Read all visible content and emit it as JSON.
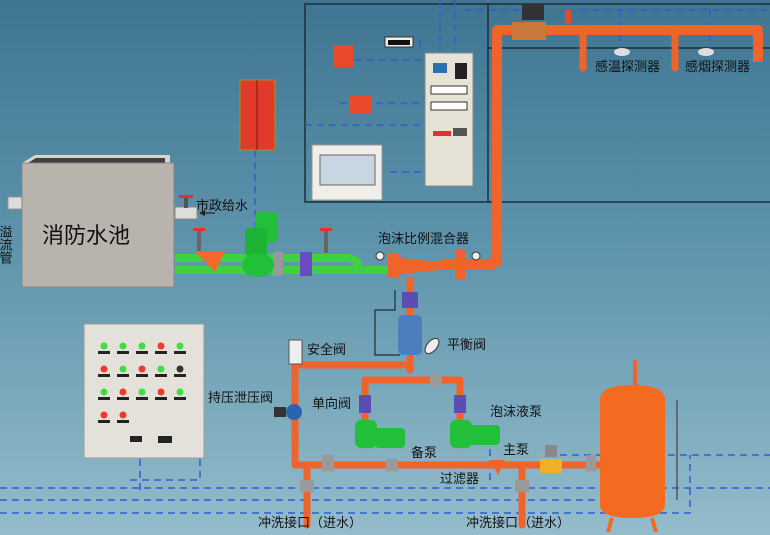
{
  "labels": {
    "pool": "消防水池",
    "overflow": "溢流管",
    "municipal_supply": "市政给水",
    "proportioner": "泡沫比例混合器",
    "balance_valve": "平衡阀",
    "safety_valve": "安全阀",
    "pressure_relief_valve": "持压泄压阀",
    "check_valve": "单向阀",
    "foam_pump": "泡沫液泵",
    "standby_pump": "备泵",
    "main_pump": "主泵",
    "filter": "过滤器",
    "flush_port_left": "冲洗接口（进水）",
    "flush_port_right": "冲洗接口（进水）",
    "heat_detector": "感温探测器",
    "smoke_detector": "感烟探测器"
  },
  "colors": {
    "pipe_foam": "#f0632a",
    "pipe_water": "#3fd23f",
    "signal_line": "#2f5fd0",
    "pump": "#22c03a",
    "valve": "#5a4fb0"
  },
  "control_panel": {
    "indicator_rows": [
      [
        "green",
        "green",
        "green",
        "red",
        "green"
      ],
      [
        "red",
        "green",
        "red",
        "green",
        "dark"
      ],
      [
        "green",
        "red",
        "green",
        "red",
        "green"
      ],
      [
        "red",
        "red"
      ]
    ]
  }
}
